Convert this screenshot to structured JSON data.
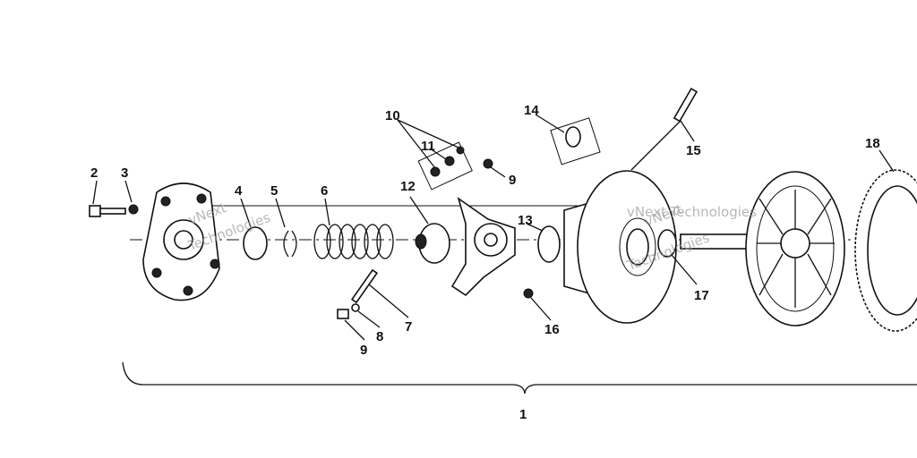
{
  "diagram": {
    "callouts": [
      {
        "id": "1",
        "label": "1"
      },
      {
        "id": "2",
        "label": "2"
      },
      {
        "id": "3",
        "label": "3"
      },
      {
        "id": "4",
        "label": "4"
      },
      {
        "id": "5",
        "label": "5"
      },
      {
        "id": "6",
        "label": "6"
      },
      {
        "id": "7",
        "label": "7"
      },
      {
        "id": "8",
        "label": "8"
      },
      {
        "id": "9a",
        "label": "9"
      },
      {
        "id": "9b",
        "label": "9"
      },
      {
        "id": "10",
        "label": "10"
      },
      {
        "id": "11",
        "label": "11"
      },
      {
        "id": "12",
        "label": "12"
      },
      {
        "id": "13",
        "label": "13"
      },
      {
        "id": "14",
        "label": "14"
      },
      {
        "id": "15",
        "label": "15"
      },
      {
        "id": "16",
        "label": "16"
      },
      {
        "id": "17",
        "label": "17"
      },
      {
        "id": "18",
        "label": "18"
      }
    ],
    "watermarks": [
      {
        "line1": "vNext",
        "line2": "Technologies"
      },
      {
        "line1": "vNext Technologies",
        "line2": ""
      },
      {
        "line1": "vNext",
        "line2": "Technologies"
      }
    ]
  }
}
